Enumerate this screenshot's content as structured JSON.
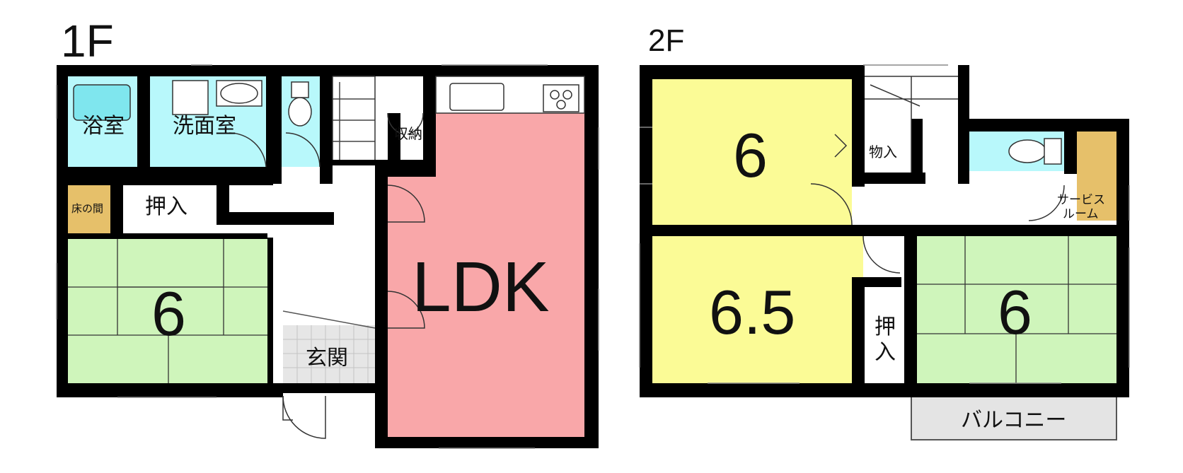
{
  "floors": [
    {
      "label": "1F",
      "rooms": {
        "bath": "浴室",
        "washroom": "洗面室",
        "storage": "収納",
        "tokonoma": "床の間",
        "closet": "押入",
        "washitsu": "6",
        "ldk": "LDK",
        "entrance": "玄関"
      }
    },
    {
      "label": "2F",
      "rooms": {
        "room_a": "6",
        "storeroom": "物入",
        "service_room_line1": "サービス",
        "service_room_line2": "ルーム",
        "room_b": "6.5",
        "closet_line1": "押",
        "closet_line2": "入",
        "washitsu": "6",
        "balcony": "バルコニー"
      }
    }
  ],
  "colors": {
    "wall": "#000000",
    "ldk": "#f9a7a9",
    "wet_area": "#b8f8fb",
    "washitsu": "#cff5bb",
    "yoshitsu": "#fbfb96",
    "wood": "#e6c06a",
    "entrance_tile": "#e6e6e6",
    "balcony": "#e4e4e4"
  }
}
